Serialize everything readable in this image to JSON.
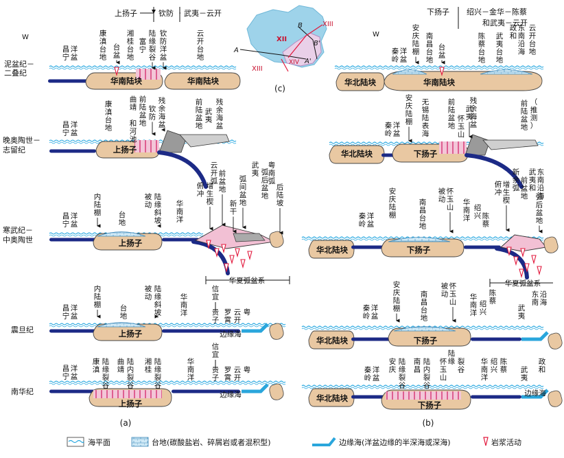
{
  "headers": {
    "left": [
      "上扬子",
      "钦防",
      "武夷－云开"
    ],
    "right": [
      "下扬子",
      "绍兴－金华－陈蔡",
      "和武夷－云开"
    ]
  },
  "index_map": {
    "labels": [
      "XIII",
      "XII",
      "XIII",
      "XIV",
      "B",
      "B'",
      "A",
      "A'"
    ],
    "caption": "(c)"
  },
  "periods": [
    "泥盆纪－二叠纪",
    "晚奥陶世－志留纪",
    "寒武纪－中奥陶世",
    "震旦纪",
    "南华纪"
  ],
  "west": "W",
  "blocks": {
    "hn": "华南陆块",
    "yz": "上扬子",
    "hb": "华北陆块",
    "xyz": "下扬子"
  },
  "arc_system": "华夏弧盆系",
  "panel_a": {
    "p1": [
      "昌宁洋盆",
      "康滇台地",
      "台盆",
      "湘桂台地",
      "富宁",
      "陆缘裂谷",
      "钦防洋盆",
      "云开台地"
    ],
    "p2": [
      "昌宁洋盆",
      "康滇台地",
      "曲靖和河池",
      "前陆盆地",
      "钦防",
      "残余海盆",
      "前陆盆地",
      "武夷",
      "残余海盆"
    ],
    "p3": [
      "昌宁洋盆",
      "内陆棚",
      "台地",
      "被动陆缘斜坡",
      "华南洋",
      "俯冲增生楔",
      "云开弧前盆地",
      "新干",
      "弧间盆地",
      "武夷弧后盆地",
      "粤南弧后陆坡"
    ],
    "p4": [
      "昌宁洋盆",
      "内陆棚",
      "台地",
      "被动陆缘斜坡",
      "华南洋",
      "信宜",
      "贵子",
      "罗霄",
      "云开",
      "粤",
      "边缘海"
    ],
    "p5": [
      "昌宁洋盆",
      "康滇陆缘裂谷",
      "曲靖陆内裂谷",
      "湘桂陆缘裂谷",
      "华南洋",
      "信宜",
      "贵子",
      "罗霄",
      "云开",
      "粤",
      "边缘海"
    ]
  },
  "panel_b": {
    "p1": [
      "秦岭洋盆",
      "安庆陆棚",
      "南昌台地",
      "台盆",
      "陈蔡台地",
      "武夷台地",
      "政和东南沿海",
      "云开台地"
    ],
    "p2": [
      "秦岭洋盆",
      "安庆陆棚",
      "无锡陆表海",
      "前陆盆地",
      "怀玉山",
      "武夷",
      "残余海盆",
      "前陆盆地（推测）"
    ],
    "p3": [
      "秦岭洋盆",
      "安庆陆棚",
      "南昌台地",
      "被动陆缘",
      "怀玉山",
      "华南洋",
      "绍兴",
      "陈蔡",
      "俯冲增生楔",
      "新余弧前盆地",
      "武夷和东南沿海",
      "弧后盆地"
    ],
    "p4": [
      "秦岭洋盆",
      "安庆陆棚",
      "南昌台地",
      "被动陆缘",
      "怀玉山",
      "华南洋",
      "绍兴",
      "陈蔡",
      "武夷",
      "东南沿海",
      "边缘海"
    ],
    "p5": [
      "秦岭洋盆",
      "安庆陆缘裂谷",
      "南昌陆内裂谷",
      "陆缘",
      "怀玉山",
      "裂谷",
      "华南洋",
      "绍兴",
      "陈蔡",
      "政和",
      "武夷",
      "边缘海"
    ]
  },
  "captions": [
    "(a)",
    "(b)"
  ],
  "legend": [
    "海平面",
    "台地(碳酸盐岩、碎屑岩或者混积型)",
    "边缘海(洋盆边缘的半深海或深海)",
    "岩浆活动"
  ],
  "colors": {
    "sea": "#28a8e0",
    "crust": "#e9c8a2",
    "crust_edge": "#444",
    "slab": "#1c2a86",
    "platform": "#cfe9f6",
    "magma": "#e2183c",
    "edge_sea": "#2aa6dc"
  }
}
